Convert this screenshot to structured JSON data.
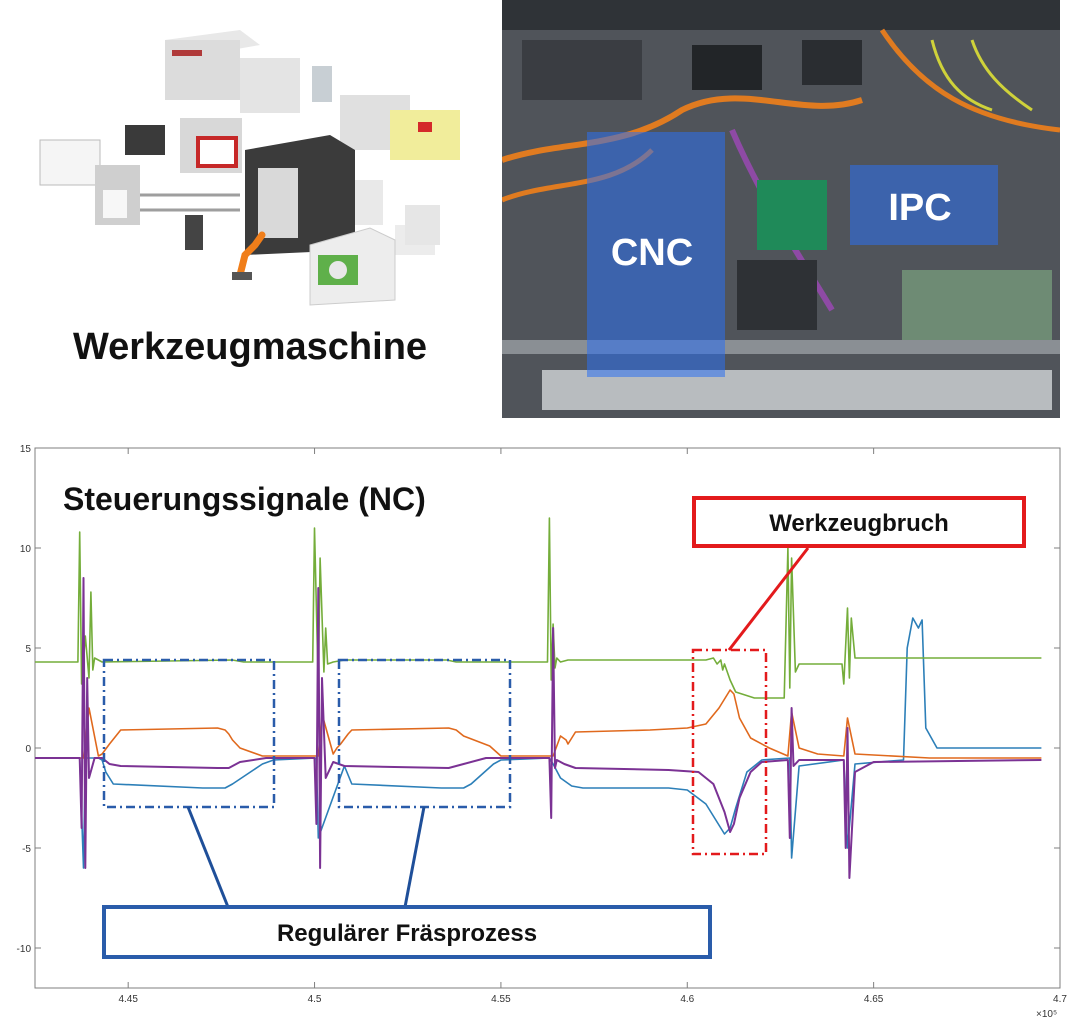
{
  "figure": {
    "machine_label": "Werkzeugmaschine",
    "cnc_label": "CNC",
    "ipc_label": "IPC"
  },
  "chart_data": {
    "type": "line",
    "title": "Steuerungssignale (NC)",
    "xlabel": "",
    "ylabel": "",
    "x_exponent_label": "×10⁵",
    "xlim": [
      4.425,
      4.7
    ],
    "ylim": [
      -12,
      15
    ],
    "x_ticks": [
      4.45,
      4.5,
      4.55,
      4.6,
      4.65,
      4.7
    ],
    "x_tick_labels": [
      "4.45",
      "4.5",
      "4.55",
      "4.6",
      "4.65",
      "4.7"
    ],
    "y_ticks": [
      -10,
      -5,
      0,
      5,
      10,
      15
    ],
    "y_tick_labels": [
      "-10",
      "-5",
      "0",
      "5",
      "10",
      "15"
    ],
    "series": [
      {
        "color": "#2c7fb8",
        "x": [
          4.425,
          4.437,
          4.438,
          4.4385,
          4.44,
          4.442,
          4.443,
          4.444,
          4.446,
          4.47,
          4.476,
          4.478,
          4.486,
          4.489,
          4.5005,
          4.501,
          4.508,
          4.51,
          4.534,
          4.54,
          4.542,
          4.548,
          4.55,
          4.563,
          4.564,
          4.566,
          4.569,
          4.572,
          4.595,
          4.6,
          4.605,
          4.61,
          4.6115,
          4.613,
          4.616,
          4.62,
          4.6275,
          4.628,
          4.63,
          4.642,
          4.643,
          4.645,
          4.658,
          4.659,
          4.6605,
          4.662,
          4.663,
          4.664,
          4.667,
          4.695
        ],
        "y": [
          -0.5,
          -0.5,
          -6.0,
          -0.5,
          -0.5,
          -0.5,
          -0.6,
          -1.2,
          -1.8,
          -2.0,
          -2.0,
          -1.8,
          -0.8,
          -0.6,
          -0.5,
          -4.5,
          -0.9,
          -1.8,
          -2.0,
          -2.0,
          -1.8,
          -0.8,
          -0.6,
          -0.5,
          -0.8,
          -1.5,
          -1.9,
          -2.0,
          -2.0,
          -2.1,
          -2.8,
          -4.3,
          -4.0,
          -3.0,
          -1.2,
          -0.6,
          -0.5,
          -5.5,
          -0.9,
          -0.6,
          -5.0,
          -0.8,
          -0.6,
          5.0,
          6.5,
          6.0,
          6.4,
          1.0,
          0.0,
          0.0
        ]
      },
      {
        "color": "#e0691d",
        "x": [
          4.425,
          4.438,
          4.4395,
          4.442,
          4.443,
          4.445,
          4.448,
          4.474,
          4.476,
          4.477,
          4.478,
          4.48,
          4.486,
          4.501,
          4.502,
          4.505,
          4.506,
          4.507,
          4.509,
          4.51,
          4.536,
          4.538,
          4.54,
          4.547,
          4.55,
          4.564,
          4.566,
          4.5675,
          4.568,
          4.57,
          4.59,
          4.6,
          4.605,
          4.6085,
          4.6115,
          4.6125,
          4.614,
          4.617,
          4.622,
          4.627,
          4.628,
          4.63,
          4.635,
          4.642,
          4.643,
          4.645,
          4.665,
          4.695
        ],
        "y": [
          -0.5,
          -0.5,
          2.0,
          -0.4,
          -0.3,
          0.2,
          0.9,
          1.0,
          0.9,
          0.7,
          0.4,
          0.0,
          -0.4,
          -0.4,
          1.7,
          -0.3,
          0.0,
          0.2,
          0.7,
          0.9,
          1.0,
          0.9,
          0.6,
          0.1,
          -0.4,
          -0.4,
          0.6,
          0.4,
          0.2,
          0.8,
          0.9,
          1.0,
          1.2,
          2.0,
          2.9,
          2.7,
          1.5,
          0.5,
          0.0,
          -0.4,
          1.8,
          0.0,
          -0.3,
          -0.4,
          1.5,
          -0.3,
          -0.5,
          -0.5
        ]
      },
      {
        "color": "#74ad3a",
        "x": [
          4.425,
          4.4365,
          4.437,
          4.4375,
          4.4385,
          4.4395,
          4.44,
          4.4405,
          4.441,
          4.443,
          4.478,
          4.481,
          4.4995,
          4.5,
          4.501,
          4.5015,
          4.5025,
          4.503,
          4.5035,
          4.505,
          4.508,
          4.5355,
          4.538,
          4.54,
          4.5625,
          4.563,
          4.5635,
          4.564,
          4.5645,
          4.565,
          4.566,
          4.568,
          4.59,
          4.605,
          4.607,
          4.608,
          4.609,
          4.6095,
          4.61,
          4.6115,
          4.613,
          4.618,
          4.626,
          4.627,
          4.6275,
          4.628,
          4.629,
          4.63,
          4.633,
          4.6415,
          4.642,
          4.643,
          4.6435,
          4.644,
          4.645,
          4.655,
          4.695
        ],
        "y": [
          4.3,
          4.3,
          10.8,
          3.2,
          5.6,
          3.5,
          7.8,
          3.9,
          4.5,
          4.3,
          4.4,
          4.3,
          4.3,
          11.0,
          3.0,
          9.5,
          3.8,
          6.0,
          4.2,
          4.3,
          4.4,
          4.4,
          4.3,
          4.3,
          4.3,
          11.5,
          3.4,
          6.2,
          4.0,
          4.5,
          4.3,
          4.4,
          4.4,
          4.4,
          4.5,
          4.2,
          4.4,
          3.9,
          4.2,
          3.4,
          2.8,
          2.5,
          2.5,
          10.0,
          3.0,
          9.5,
          3.8,
          4.2,
          4.2,
          4.2,
          3.2,
          7.0,
          3.5,
          6.5,
          4.5,
          4.5,
          4.5
        ]
      },
      {
        "color": "#7b3294",
        "x": [
          4.425,
          4.437,
          4.4375,
          4.438,
          4.4385,
          4.439,
          4.4395,
          4.441,
          4.443,
          4.445,
          4.448,
          4.474,
          4.477,
          4.48,
          4.487,
          4.5,
          4.5005,
          4.501,
          4.5015,
          4.502,
          4.503,
          4.505,
          4.508,
          4.536,
          4.54,
          4.546,
          4.563,
          4.5635,
          4.564,
          4.5645,
          4.565,
          4.567,
          4.57,
          4.595,
          4.603,
          4.607,
          4.61,
          4.6115,
          4.6125,
          4.614,
          4.617,
          4.62,
          4.627,
          4.6275,
          4.628,
          4.6285,
          4.63,
          4.642,
          4.6425,
          4.643,
          4.6435,
          4.645,
          4.65,
          4.695
        ],
        "y": [
          -0.5,
          -0.5,
          -4.0,
          8.5,
          -6.0,
          3.5,
          -1.5,
          -0.5,
          -0.5,
          -0.8,
          -0.9,
          -1.0,
          -1.0,
          -0.7,
          -0.5,
          -0.5,
          -3.8,
          8.0,
          -6.0,
          3.5,
          -1.5,
          -0.7,
          -0.9,
          -1.0,
          -0.8,
          -0.5,
          -0.5,
          -3.5,
          6.0,
          -1.0,
          -0.6,
          -0.8,
          -1.0,
          -1.1,
          -1.2,
          -1.8,
          -3.2,
          -4.2,
          -3.8,
          -2.5,
          -1.2,
          -0.7,
          -0.6,
          -4.5,
          2.0,
          -0.9,
          -0.6,
          -0.6,
          -5.0,
          1.0,
          -6.5,
          -1.2,
          -0.7,
          -0.6
        ]
      }
    ],
    "annotations": [
      {
        "label": "Werkzeugbruch",
        "color": "#e31a1c"
      },
      {
        "label": "Regulärer Fräsprozess",
        "color": "#2a5caa"
      }
    ],
    "grid": false
  }
}
